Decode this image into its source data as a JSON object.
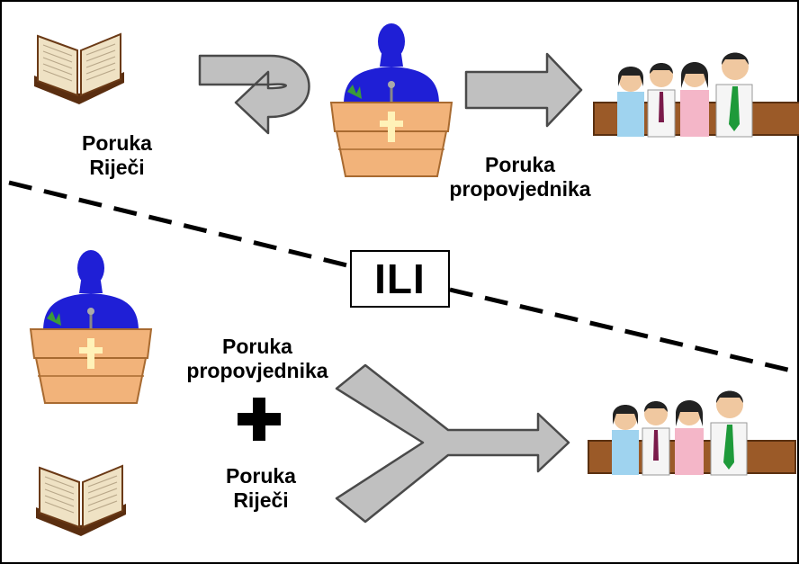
{
  "top": {
    "bible_label": [
      "Poruka",
      "Riječi"
    ],
    "preacher_label": [
      "Poruka",
      "propovjednika"
    ]
  },
  "divider": {
    "label": "ILI"
  },
  "bottom": {
    "preacher_label": [
      "Poruka",
      "propovjednika"
    ],
    "bible_label": [
      "Poruka",
      "Riječi"
    ],
    "plus_icon": "plus-icon"
  },
  "colors": {
    "arrow_fill": "#c0c0c0",
    "preacher_blue": "#1f1fd6",
    "pulpit_tan": "#f2b37a",
    "cross_cream": "#fff2b8"
  }
}
